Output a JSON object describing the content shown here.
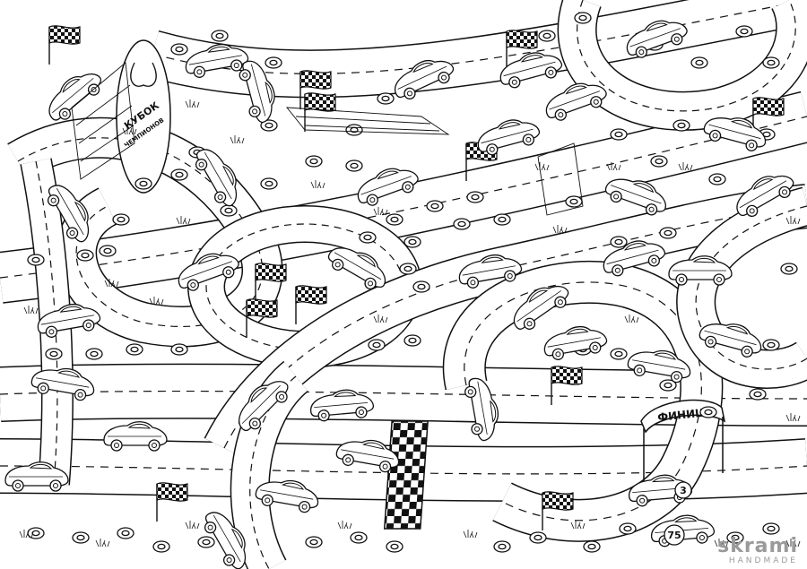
{
  "image": {
    "kind": "coloring-page",
    "subject": "race track with cars, flags and tyres",
    "colors": {
      "ink": "#111111",
      "paper": "#ffffff",
      "watermark": "#9a9a9a"
    }
  },
  "signs": {
    "cup_line1": "КУБОК",
    "cup_line2": "ЧЕМПИОНОВ",
    "finish_arch": "ФИНИШ"
  },
  "car_numbers": [
    "3",
    "75"
  ],
  "watermark": {
    "brand": "skrami",
    "sub": "HANDMADE"
  }
}
